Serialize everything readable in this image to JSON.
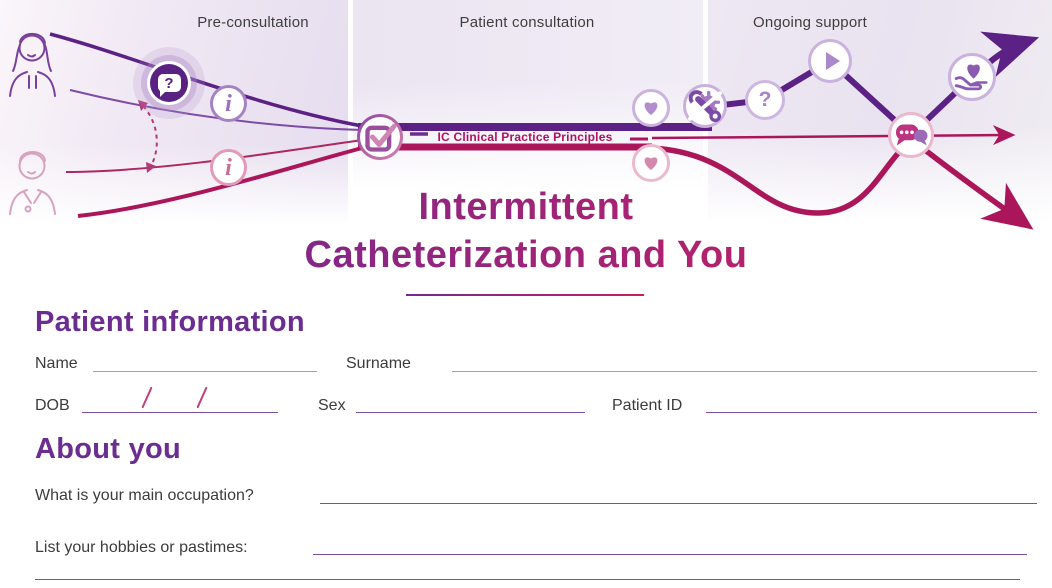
{
  "journey": {
    "phases": [
      {
        "label": "Pre-consultation"
      },
      {
        "label": "Patient consultation"
      },
      {
        "label": "Ongoing support"
      }
    ],
    "band_label": "IC Clinical Practice Principles",
    "glyphs": {
      "question_bubble": "?",
      "info_patient": "i",
      "info_clinician": "i",
      "question": "?"
    }
  },
  "title": {
    "line1": "Intermittent",
    "line2": "Catheterization and You"
  },
  "patient_information": {
    "heading": "Patient information",
    "fields": {
      "name": "Name",
      "surname": "Surname",
      "dob": "DOB",
      "sex": "Sex",
      "patient_id": "Patient ID"
    }
  },
  "about_you": {
    "heading": "About you",
    "questions": {
      "occupation": "What is your main occupation?",
      "hobbies": "List your hobbies or pastimes:"
    }
  },
  "colors": {
    "purple": "#5b2185",
    "magenta": "#ab1559",
    "heading_purple": "#6b2d90",
    "band_label_color": "#b01160"
  }
}
